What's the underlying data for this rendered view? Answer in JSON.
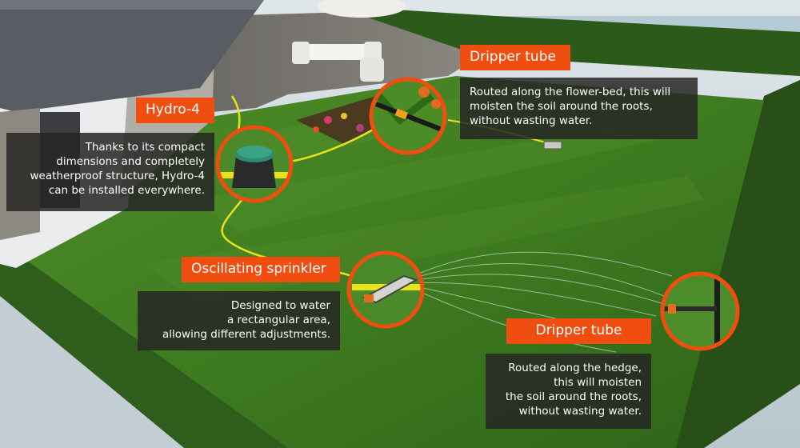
{
  "colors": {
    "accent": "#f04e10",
    "panel": "#262624",
    "lawn": "#3e7a1f",
    "hedge": "#2f5a1c",
    "hose": "#e8e21a"
  },
  "icons": [
    "hydro4-unit-icon",
    "dripper-tube-icon",
    "oscillating-sprinkler-icon",
    "sprinkler-icon"
  ],
  "callouts": {
    "hydro4": {
      "title": "Hydro-4",
      "lines": [
        "Thanks to its compact",
        "dimensions and completely",
        "weatherproof structure, Hydro-4",
        "can be installed everywhere."
      ]
    },
    "dripper_flowerbed": {
      "title": "Dripper tube",
      "lines": [
        "Routed along the flower-bed, this will",
        "moisten the soil around the roots,",
        "without wasting water."
      ]
    },
    "oscillating": {
      "title": "Oscillating sprinkler",
      "lines": [
        "Designed to water",
        "a rectangular area,",
        "allowing different adjustments."
      ]
    },
    "dripper_hedge": {
      "title": "Dripper tube",
      "lines": [
        "Routed along the hedge,",
        "this will moisten",
        "the soil around the roots,",
        "without wasting water."
      ]
    }
  }
}
